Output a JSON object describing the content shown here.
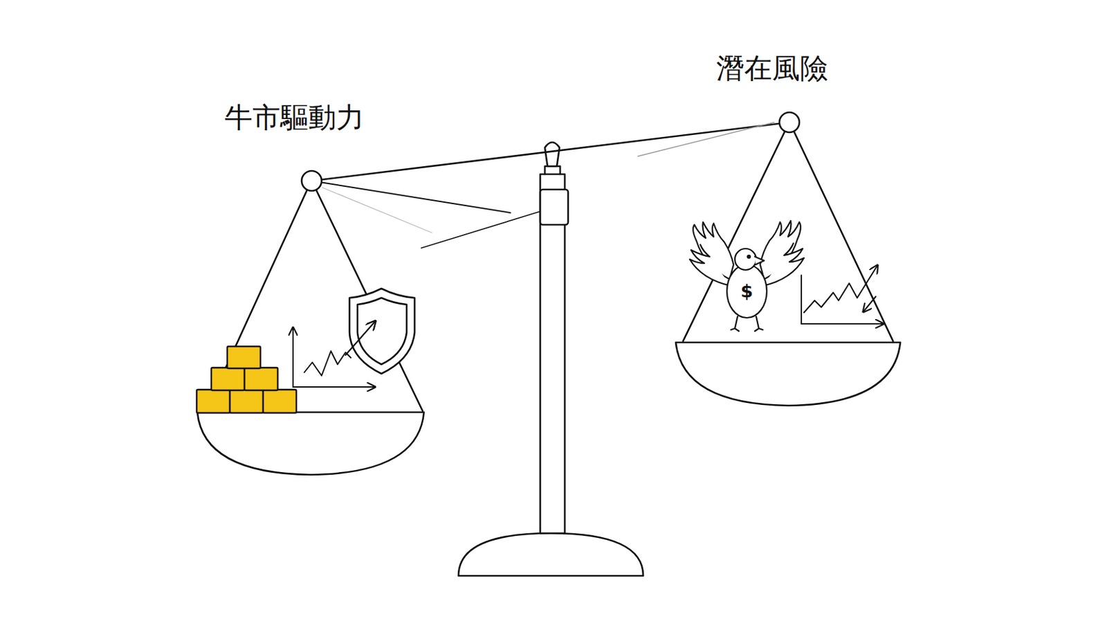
{
  "diagram": {
    "labels": [
      "牛市驅動力",
      "潛在風險",
      "$"
    ]
  }
}
